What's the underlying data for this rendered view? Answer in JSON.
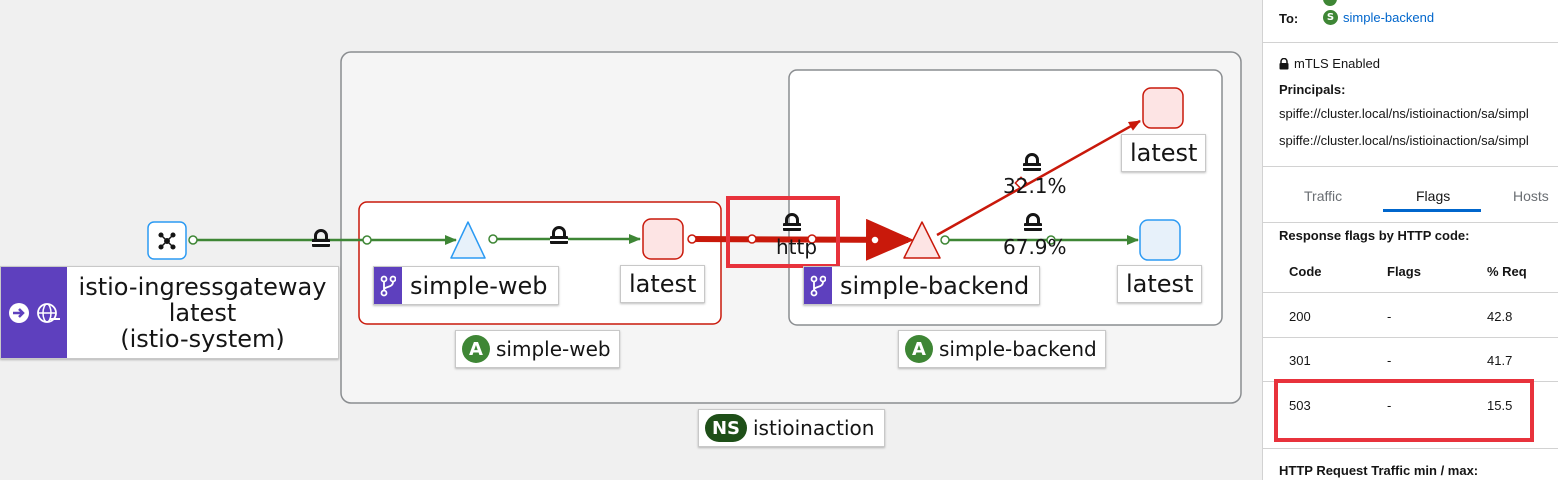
{
  "graph": {
    "ingress": {
      "line1": "istio-ingressgateway",
      "line2": "latest",
      "line3": "(istio-system)"
    },
    "services": {
      "web": "simple-web",
      "backend": "simple-backend"
    },
    "versions": {
      "web_latest": "latest",
      "backend_top": "latest",
      "backend_bottom": "latest"
    },
    "apps": {
      "web": "simple-web",
      "backend": "simple-backend"
    },
    "namespace": {
      "badge": "NS",
      "name": "istioinaction"
    },
    "app_badge": "A",
    "edges": {
      "protocol": "http",
      "pct_top": "32.1%",
      "pct_bottom": "67.9%"
    }
  },
  "panel": {
    "to_label": "To:",
    "to_value": "simple-backend",
    "to_badge": "S",
    "mtls": "mTLS Enabled",
    "principals_label": "Principals:",
    "principals": [
      "spiffe://cluster.local/ns/istioinaction/sa/simpl",
      "spiffe://cluster.local/ns/istioinaction/sa/simpl"
    ],
    "tabs": [
      "Traffic",
      "Flags",
      "Hosts"
    ],
    "active_tab": "Flags",
    "flags_title": "Response flags by HTTP code:",
    "table": {
      "headers": [
        "Code",
        "Flags",
        "% Req"
      ],
      "rows": [
        [
          "200",
          "-",
          "42.8"
        ],
        [
          "301",
          "-",
          "41.7"
        ],
        [
          "503",
          "-",
          "15.5"
        ]
      ]
    },
    "footer": "HTTP Request Traffic min / max:"
  },
  "colors": {
    "healthy_edge": "#3e8635",
    "error_edge": "#c9190b",
    "highlight_box": "#e8323c",
    "link": "#0066cc",
    "purple": "#5e40be",
    "tab_active": "#0066cc"
  }
}
